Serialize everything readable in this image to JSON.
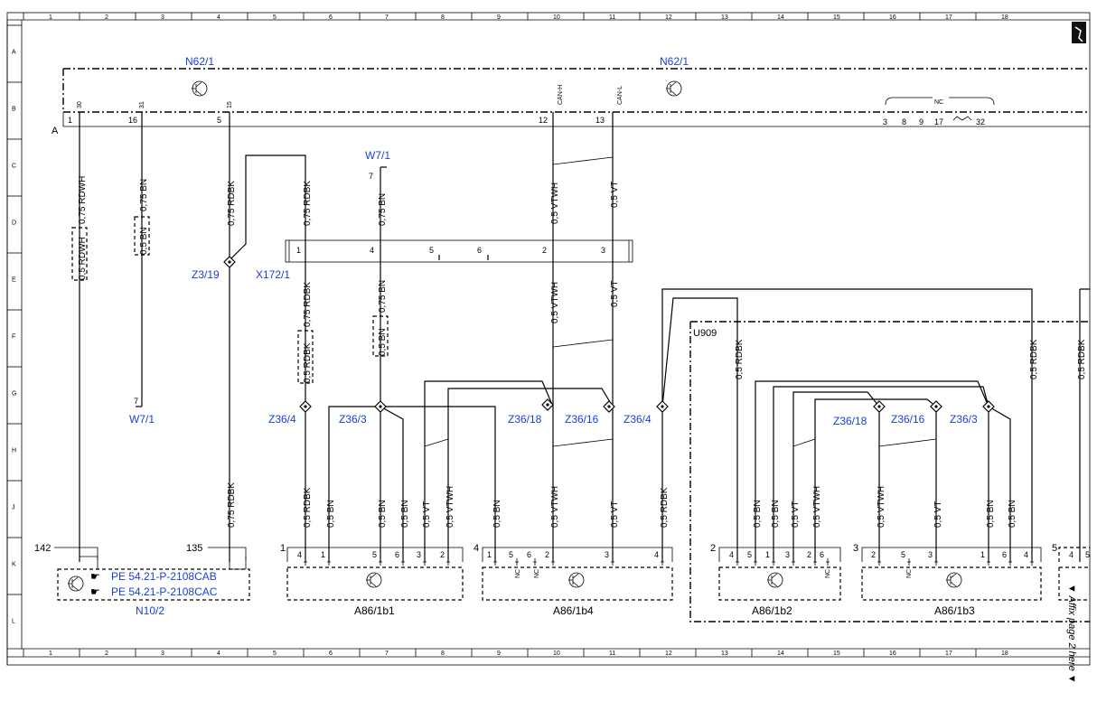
{
  "grid": {
    "columns": [
      "1",
      "2",
      "3",
      "4",
      "5",
      "6",
      "7",
      "8",
      "9",
      "10",
      "11",
      "12",
      "13",
      "14",
      "15",
      "16",
      "17",
      "18"
    ],
    "rows": [
      "A",
      "B",
      "C",
      "D",
      "E",
      "F",
      "G",
      "H",
      "J",
      "K",
      "L"
    ]
  },
  "components": {
    "n62_left": "N62/1",
    "n62_right": "N62/1",
    "n62_block": "A",
    "w7_top": "W7/1",
    "w7_bottom": "W7/1",
    "z3_19": "Z3/19",
    "x172": "X172/1",
    "z36_4a": "Z36/4",
    "z36_3a": "Z36/3",
    "z36_18a": "Z36/18",
    "z36_16a": "Z36/16",
    "z36_4b": "Z36/4",
    "z36_18b": "Z36/18",
    "z36_16b": "Z36/16",
    "z36_3b": "Z36/3",
    "u909": "U909",
    "n10_2": "N10/2",
    "a86_1b1": "A86/1b1",
    "a86_1b4": "A86/1b4",
    "a86_1b2": "A86/1b2",
    "a86_1b3": "A86/1b3"
  },
  "pe_refs": [
    "PE 54.21-P-2108CAB",
    "PE 54.21-P-2108CAC"
  ],
  "pins": {
    "n62": {
      "p30": "30",
      "p31": "31",
      "p15": "15",
      "can_h": "CAN-H",
      "can_l": "CAN-L",
      "nc": "NC",
      "n1": "1",
      "n16": "16",
      "n5": "5",
      "n12": "12",
      "n13": "13",
      "n3": "3",
      "n8": "8",
      "n9": "9",
      "n17": "17",
      "n32": "32"
    },
    "x172": [
      "1",
      "4",
      "5",
      "6",
      "2",
      "3"
    ],
    "w7_top_pin": "7",
    "w7_bottom_pin": "7",
    "n10_2": {
      "p142": "142",
      "p135": "135"
    },
    "a86_1b1": {
      "num": "1",
      "pins": [
        "4",
        "1",
        "5",
        "6",
        "3",
        "2"
      ]
    },
    "a86_1b4": {
      "num": "4",
      "pins": [
        "1",
        "5",
        "6",
        "2",
        "3",
        "4"
      ],
      "nc": "NC"
    },
    "a86_1b2": {
      "num": "2",
      "pins": [
        "4",
        "5",
        "1",
        "3",
        "2",
        "6"
      ],
      "nc": "NC"
    },
    "a86_1b3": {
      "num": "3",
      "pins": [
        "2",
        "5",
        "3",
        "1",
        "6",
        "4"
      ],
      "nc": "NC"
    },
    "next_num": "5",
    "next_pins": [
      "4",
      "5"
    ]
  },
  "wires": {
    "rdwh_top": "0,75 RDWH",
    "rdwh_mid": "0,5 RDWH",
    "bn_top_a": "0,75 BN",
    "bn_mid_a": "0,5 BN",
    "rdbk_z319": "0,75 RDBK",
    "rdbk_z319_low": "0,75 RDBK",
    "rdbk_x172_top": "0,75 RDBK",
    "bn_x172_top": "0,75 BN",
    "vtwh_top": "0,5 VTWH",
    "vt_top": "0,5 VT",
    "rdbk_x172_bot": "0,75 RDBK",
    "rdbk_box": "0,5 RDBK",
    "bn_x172_bot": "0,75 BN",
    "bn_box": "0,5 BN",
    "vtwh_mid": "0,5 VTWH",
    "vt_mid": "0,5 VT",
    "u909_rdbk_a": "0,5 RDBK",
    "u909_rdbk_b": "0,5 RDBK",
    "u909_rdbk_c": "0,5 RDBK",
    "bottom": [
      "0,5 RDBK",
      "0,5 BN",
      "0,5 BN",
      "0,5 BN",
      "0,5 VT",
      "0,5 VTWH",
      "0,5 BN",
      "0,5 VTWH",
      "0,5 VT",
      "0,5 RDBK",
      "0,5 BN",
      "0,5 BN",
      "0,5 VT",
      "0,5 VTWH",
      "0,5 VTWH",
      "0,5 VT",
      "0,5 BN",
      "0,5 BN"
    ]
  },
  "affix_note": "▼ Affix page 2 here ▼"
}
